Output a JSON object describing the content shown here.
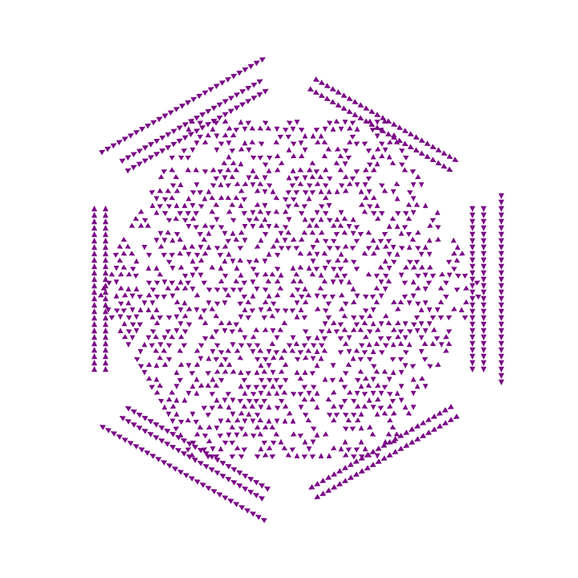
{
  "artwork": {
    "kind": "hexagonal triangle-tile pattern",
    "shape": "hexagon",
    "tile_shape": "triangle",
    "tile_color": "#7a0a86",
    "background_color": "#ffffff",
    "outer_border_rows": 3
  }
}
